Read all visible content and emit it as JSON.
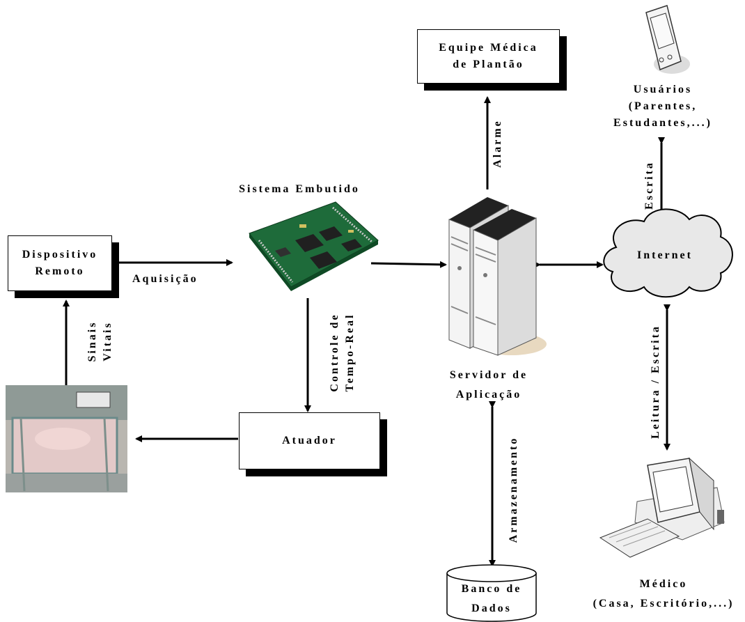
{
  "nodes": {
    "equipe": [
      "Equipe Médica",
      "de Plantão"
    ],
    "usuarios": [
      "Usuários",
      "(Parentes,",
      "Estudantes,...)"
    ],
    "sistema": "Sistema Embutido",
    "dispositivo": [
      "Dispositivo",
      "Remoto"
    ],
    "internet": "Internet",
    "servidor": [
      "Servidor de",
      "Aplicação"
    ],
    "atuador": "Atuador",
    "banco": [
      "Banco de",
      "Dados"
    ],
    "medico": [
      "Médico",
      "(Casa, Escritório,...)"
    ]
  },
  "edges": {
    "aquisicao": "Aquisição",
    "alarme": "Alarme",
    "escrita": "Escrita",
    "sinais": [
      "Sinais",
      "Vitais"
    ],
    "controle": [
      "Controle de",
      "Tempo-Real"
    ],
    "armazenamento": "Armazenamento",
    "leitura": "Leitura / Escrita"
  },
  "colors": {
    "line": "#000000",
    "board": "#1e6b3a",
    "cloud": "#e8e8e8",
    "server": "#f2f2f2"
  }
}
